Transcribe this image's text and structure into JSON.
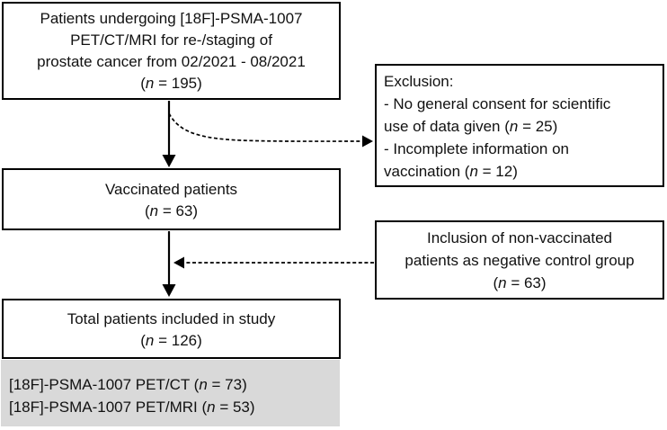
{
  "figure": {
    "type": "flowchart",
    "colors": {
      "border": "#000000",
      "background": "#ffffff",
      "shaded_box_bg": "#d9d9d9",
      "text": "#111111"
    },
    "boxes": {
      "source": {
        "lines": [
          "Patients undergoing [18F]-PSMA-1007",
          "PET/CT/MRI for re-/staging of",
          "prostate cancer from 02/2021 - 08/2021",
          "(n = 195)"
        ]
      },
      "exclusion": {
        "lines": [
          "Exclusion:",
          "- No general consent for scientific",
          "use of data given (n = 25)",
          "- Incomplete information on",
          "vaccination (n = 12)"
        ]
      },
      "vaccinated": {
        "lines": [
          "Vaccinated patients",
          "(n = 63)"
        ]
      },
      "inclusion": {
        "lines": [
          "Inclusion of non-vaccinated",
          "patients as negative control group",
          "(n = 63)"
        ]
      },
      "total": {
        "lines": [
          "Total patients included in study",
          "(n = 126)"
        ]
      },
      "modalities": {
        "lines": [
          "[18F]-PSMA-1007 PET/CT (n = 73)",
          "[18F]-PSMA-1007 PET/MRI (n = 53)"
        ]
      }
    },
    "counts": {
      "screened": 195,
      "excluded_no_consent": 25,
      "excluded_incomplete_vaccination_info": 12,
      "vaccinated": 63,
      "non_vaccinated_controls": 63,
      "total_included": 126,
      "pet_ct": 73,
      "pet_mri": 53
    }
  }
}
